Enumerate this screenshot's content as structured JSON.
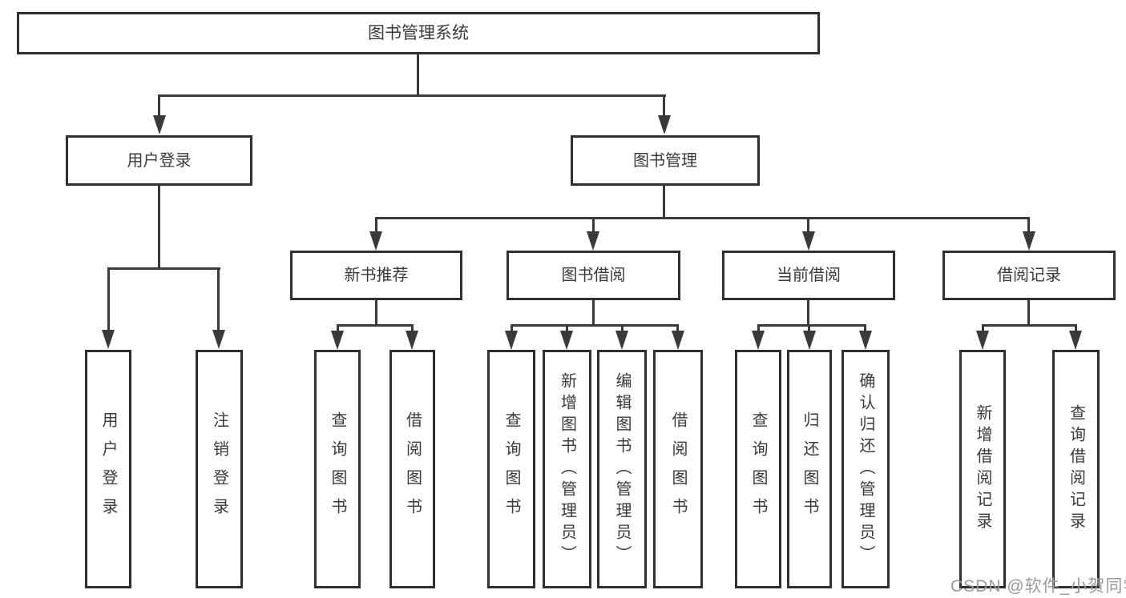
{
  "diagram": {
    "root_label": "图书管理系统",
    "level2": {
      "user_login": "用户登录",
      "book_mgmt": "图书管理"
    },
    "level3": {
      "new_books": "新书推荐",
      "borrow": "图书借阅",
      "current": "当前借阅",
      "records": "借阅记录"
    },
    "leaves": {
      "user_login": [
        "用户登录",
        "注销登录"
      ],
      "new_books": [
        "查询图书",
        "借阅图书"
      ],
      "borrow": [
        "查询图书",
        "新增图书（管理员）",
        "编辑图书（管理员）",
        "借阅图书"
      ],
      "current": [
        "查询图书",
        "归还图书",
        "确认归还（管理员）"
      ],
      "records": [
        "新增借阅记录",
        "查询借阅记录"
      ]
    },
    "colors": {
      "line": "#3a3a3a",
      "box_border": "#2f2f2f",
      "text": "#3a3a3a",
      "background": "#ffffff",
      "watermark": "#9b9b9b"
    }
  },
  "watermark_text": "CSDN @软件_小贺同学"
}
